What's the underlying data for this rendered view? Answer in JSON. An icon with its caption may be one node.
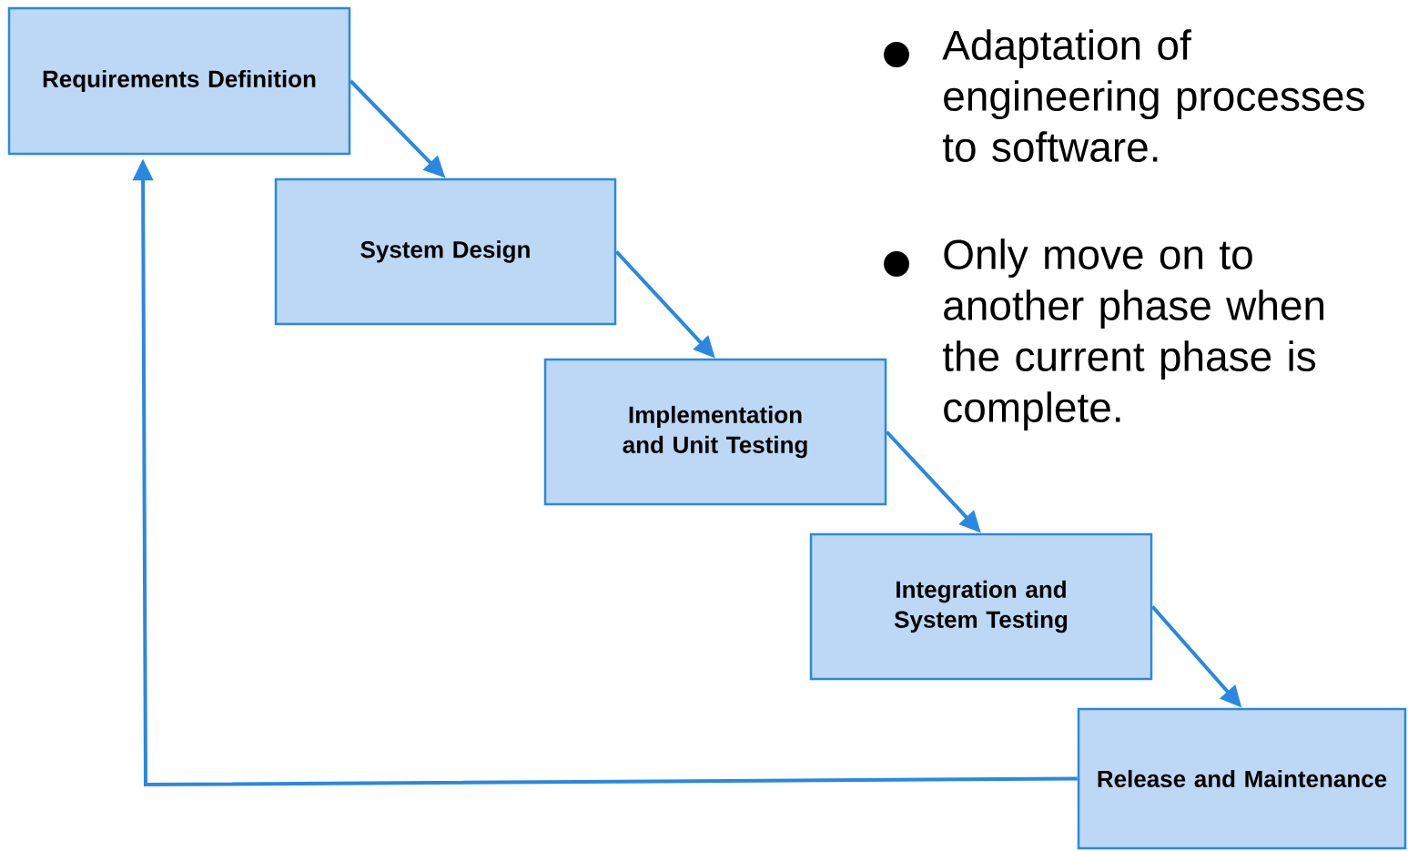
{
  "diagram": {
    "nodes": [
      {
        "text": [
          "Requirements Definition"
        ]
      },
      {
        "text": [
          "System Design"
        ]
      },
      {
        "text": [
          "Implementation and Unit Testing"
        ]
      },
      {
        "text": [
          "Integration and System Testing"
        ]
      },
      {
        "text": [
          "Release and Maintenance"
        ]
      }
    ],
    "edges": [
      {
        "from": 0,
        "to": 1,
        "arrow": "to"
      },
      {
        "from": 1,
        "to": 2,
        "arrow": "to"
      },
      {
        "from": 2,
        "to": 3,
        "arrow": "to"
      },
      {
        "from": 3,
        "to": 4,
        "arrow": "to"
      },
      {
        "from": 4,
        "to": 0,
        "arrow": "to"
      }
    ],
    "labels": [
      "Adaptation of engineering processes to software.",
      "Only move on to another phase when the current phase is complete."
    ]
  }
}
